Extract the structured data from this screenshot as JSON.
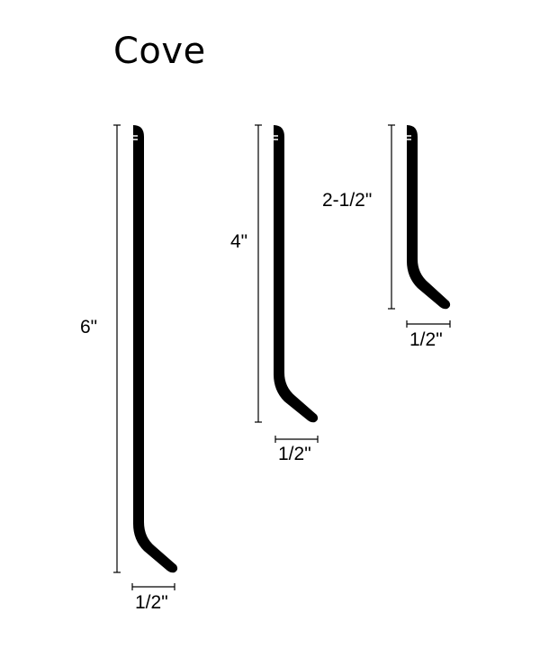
{
  "title": "Cove",
  "profiles": [
    {
      "name": "cove-6in",
      "height_label": "6\"",
      "width_label": "1/2\""
    },
    {
      "name": "cove-4in",
      "height_label": "4\"",
      "width_label": "1/2\""
    },
    {
      "name": "cove-2-1-2in",
      "height_label": "2-1/2\"",
      "width_label": "1/2\""
    }
  ],
  "colors": {
    "profile": "#000000",
    "dimension_line": "#000000",
    "background": "#ffffff"
  }
}
